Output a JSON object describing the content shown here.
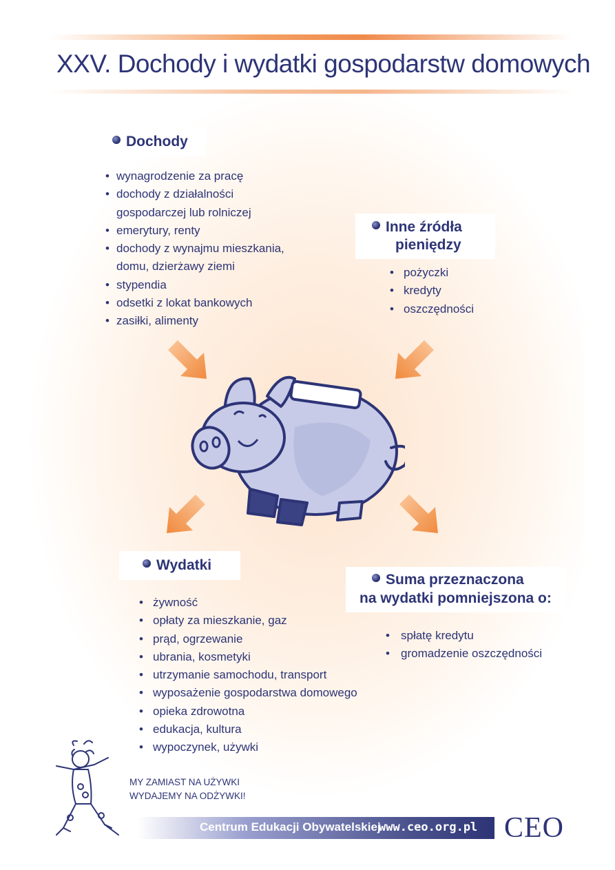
{
  "title": "XXV. Dochody i wydatki gospodarstw domowych",
  "dochody": {
    "heading": "Dochody",
    "items": [
      "wynagrodzenie za pracę",
      "dochody z działalności",
      "gospodarczej lub rolniczej",
      "emerytury, renty",
      "dochody z wynajmu mieszkania,",
      "domu, dzierżawy ziemi",
      "stypendia",
      "odsetki z lokat bankowych",
      "zasiłki, alimenty"
    ]
  },
  "inne": {
    "heading_line1": "Inne źródła",
    "heading_line2": "pieniędzy",
    "items": [
      "pożyczki",
      "kredyty",
      "oszczędności"
    ]
  },
  "wydatki": {
    "heading": "Wydatki",
    "items": [
      "żywność",
      "opłaty za mieszkanie, gaz",
      "prąd, ogrzewanie",
      "ubrania, kosmetyki",
      "utrzymanie samochodu, transport",
      "wyposażenie gospodarstwa domowego",
      "opieka zdrowotna",
      "edukacja, kultura",
      "wypoczynek, używki"
    ]
  },
  "suma": {
    "heading_line1": "Suma przeznaczona",
    "heading_line2": "na wydatki pomniejszona o:",
    "items": [
      "spłatę kredytu",
      "gromadzenie oszczędności"
    ]
  },
  "slogan": {
    "line1": "MY ZAMIAST NA UŻYWKI",
    "line2": "WYDAJEMY NA ODŻYWKI!"
  },
  "footer": {
    "name": "Centrum Edukacji Obywatelskiej",
    "url": "www.ceo.org.pl",
    "logo": "CEO"
  },
  "colors": {
    "navy": "#2d3476",
    "orange": "#f08a4b",
    "pig": "#c7cbe8"
  },
  "icons": [
    "bullet-dot-icon",
    "arrow-icon",
    "piggy-bank-icon",
    "dancer-icon"
  ]
}
